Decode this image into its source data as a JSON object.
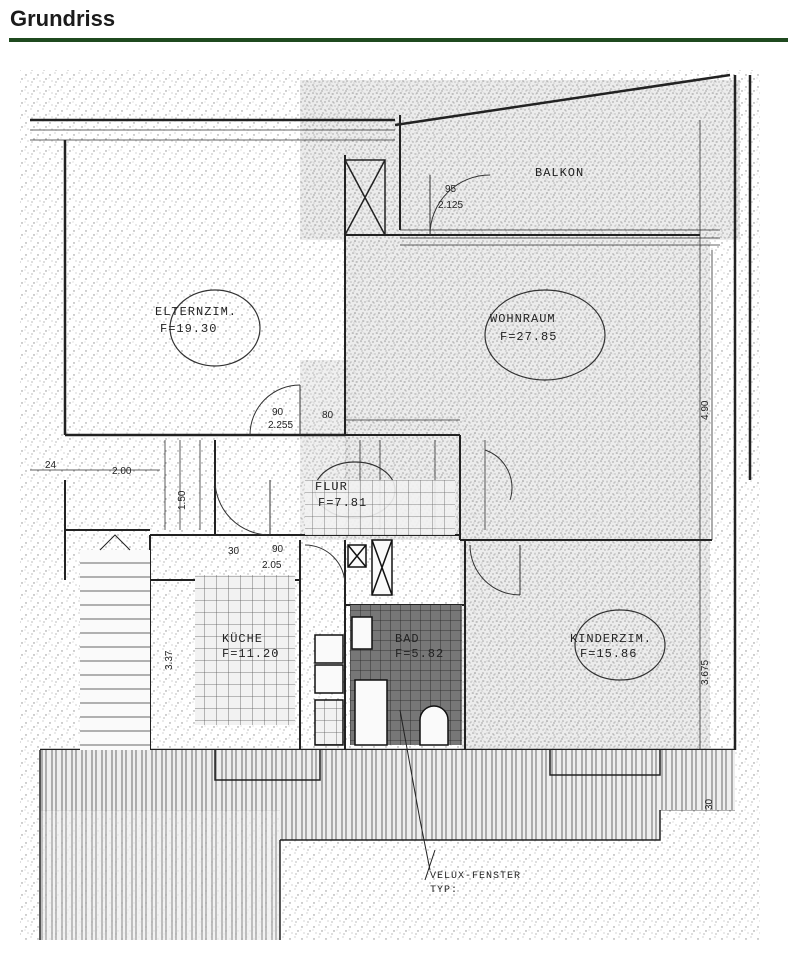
{
  "header": {
    "title": "Grundriss"
  },
  "colors": {
    "rule": "#1f4a1f",
    "ink": "#222222",
    "speckle": "#9a9a9a"
  },
  "plan": {
    "rooms": [
      {
        "id": "elternzimmer",
        "name": "ELTERNZIM.",
        "area": "F=19.30"
      },
      {
        "id": "wohnraum",
        "name": "WOHNRAUM",
        "area": "F=27.85"
      },
      {
        "id": "balkon",
        "name": "BALKON",
        "area": ""
      },
      {
        "id": "flur",
        "name": "FLUR",
        "area": "F=7.81"
      },
      {
        "id": "kueche",
        "name": "KÜCHE",
        "area": "F=11.20"
      },
      {
        "id": "bad",
        "name": "BAD",
        "area": "F=5.82"
      },
      {
        "id": "kinderzimmer",
        "name": "KINDERZIM.",
        "area": "F=15.86"
      }
    ],
    "dimensions": {
      "d_95": "95",
      "d_2125": "2.125",
      "d_90a": "90",
      "d_2255": "2.255",
      "d_80": "80",
      "d_24": "24",
      "d_200": "2.00",
      "d_90b": "90",
      "d_205": "2.05",
      "d_30": "30",
      "d_3375": "3.37",
      "d_3675": "3.675",
      "d_490": "4.90",
      "d_150": "1.50",
      "d_30v": "30"
    },
    "note": {
      "line1": "VELUX-FENSTER",
      "line2": "TYP:"
    }
  }
}
